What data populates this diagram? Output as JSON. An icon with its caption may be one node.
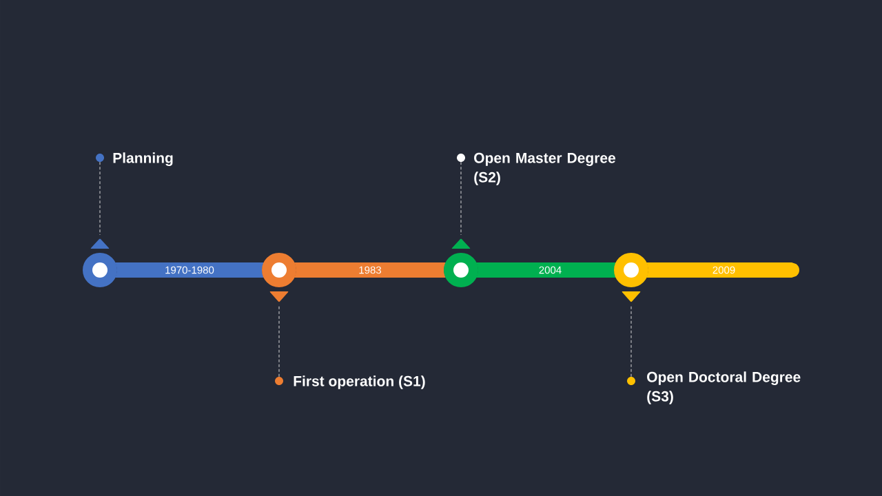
{
  "diagram": {
    "nodes": [
      {
        "text": [],
        "shape": "circle"
      },
      {
        "text": [],
        "shape": "circle"
      },
      {
        "text": [],
        "shape": "circle"
      },
      {
        "text": [],
        "shape": "circle"
      },
      {
        "text": [
          "1970-1980"
        ]
      },
      {
        "text": [
          "1983"
        ]
      },
      {
        "text": [
          "2004"
        ]
      },
      {
        "text": [
          "2009"
        ]
      },
      {
        "text": [],
        "shape": "circle",
        "beside": [
          "Planning"
        ]
      },
      {
        "text": [],
        "shape": "circle",
        "beside": [
          "First operation (S1)"
        ]
      },
      {
        "text": [],
        "shape": "circle",
        "beside": [
          "Open Master Degree (S2)"
        ]
      },
      {
        "text": [],
        "shape": "circle",
        "beside": [
          "Open Doctoral Degree (S3)"
        ]
      },
      {
        "text": [],
        "shape": "triangle"
      },
      {
        "text": [],
        "shape": "triangle"
      },
      {
        "text": [],
        "shape": "triangle"
      },
      {
        "text": [],
        "shape": "triangle"
      }
    ],
    "edges": [
      {
        "from": 8,
        "to": 12,
        "arrow": "none",
        "style": "dashed"
      },
      {
        "from": 9,
        "to": 13,
        "arrow": "none",
        "style": "dashed"
      },
      {
        "from": 10,
        "to": 14,
        "arrow": "none",
        "style": "dashed"
      },
      {
        "from": 11,
        "to": 15,
        "arrow": "none",
        "style": "dashed"
      }
    ]
  }
}
